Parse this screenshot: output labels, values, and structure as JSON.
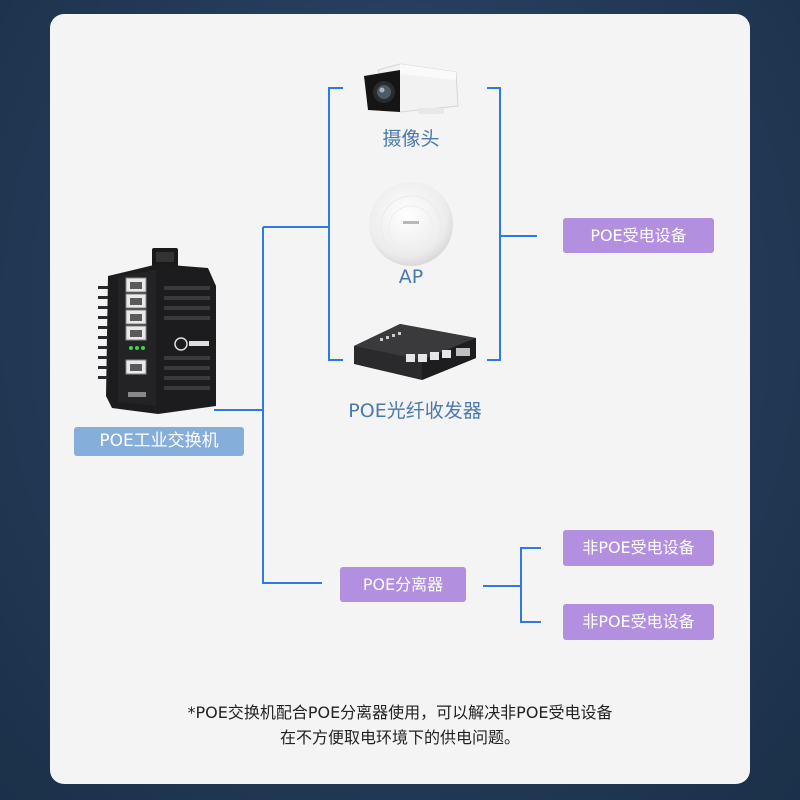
{
  "colors": {
    "background": "#223a56",
    "card": "#f4f4f5",
    "connector": "#2c7be5",
    "switch_label_bg": "#85aedb",
    "purple_label_bg": "#b28fdf",
    "device_label_text": "#4a79ad"
  },
  "switch": {
    "icon": "industrial-poe-switch-image",
    "label": "POE工业交换机"
  },
  "poe_devices": {
    "items": [
      {
        "icon": "bullet-camera-image",
        "label": "摄像头"
      },
      {
        "icon": "ceiling-access-point-image",
        "label": "AP"
      },
      {
        "icon": "fiber-media-converter-image",
        "label": "POE光纤收发器"
      }
    ],
    "group_label": "POE受电设备"
  },
  "splitter": {
    "label": "POE分离器",
    "outputs": [
      "非POE受电设备",
      "非POE受电设备"
    ]
  },
  "footnote": {
    "line1": "*POE交换机配合POE分离器使用，可以解决非POE受电设备",
    "line2": "在不方便取电环境下的供电问题。"
  }
}
